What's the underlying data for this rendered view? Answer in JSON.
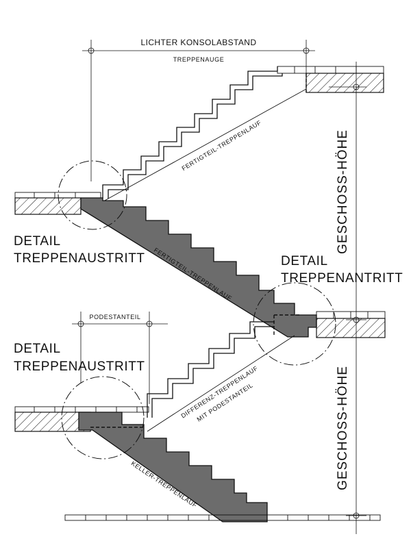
{
  "labels": {
    "top_dimension": "LICHTER KONSOLABSTAND",
    "stair_eye": "TREPPENAUGE",
    "upper_flight_light": "FERTIGTEIL-TREPPENLAUF",
    "middle_flight_solid": "FERTIGTEIL-TREPPENLAUF",
    "landing_piece": "PODESTANTEIL",
    "difference_flight_line1": "DIFFERENZ-TREPPENLAUF",
    "difference_flight_line2": "MIT PODESTANTEIL",
    "cellar_flight": "KELLER-TREPPENLAUF",
    "detail_exit_upper_line1": "DETAIL",
    "detail_exit_upper_line2": "TREPPENAUSTRITT",
    "detail_entry_line1": "DETAIL",
    "detail_entry_line2": "TREPPENANTRITT",
    "detail_exit_lower_line1": "DETAIL",
    "detail_exit_lower_line2": "TREPPENAUSTRITT",
    "storey_height_upper": "GESCHOSS-HÖHE",
    "storey_height_lower": "GESCHOSS-HÖHE"
  }
}
